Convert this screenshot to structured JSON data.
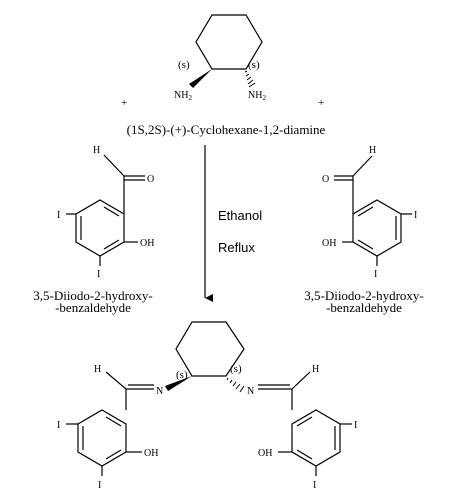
{
  "diamine": {
    "stereo_left": "(s)",
    "stereo_right": "(s)",
    "amine_left": "NH",
    "amine_left_sub": "2",
    "amine_right": "NH",
    "amine_right_sub": "2",
    "name": "(1S,2S)-(+)-Cyclohexane-1,2-diamine"
  },
  "plus_signs": [
    "+",
    "+"
  ],
  "aldehyde_left": {
    "atoms": {
      "h": "H",
      "o": "O",
      "oh": "OH",
      "i_para": "I",
      "i_ortho": "I"
    },
    "name_line1": "3,5-Diiodo-2-hydroxy-",
    "name_line2": "-benzaldehyde"
  },
  "aldehyde_right": {
    "atoms": {
      "h": "H",
      "o": "O",
      "oh": "OH",
      "i_para": "I",
      "i_ortho": "I"
    },
    "name_line1": "3,5-Diiodo-2-hydroxy-",
    "name_line2": "-benzaldehyde"
  },
  "conditions": {
    "solvent": "Ethanol",
    "process": "Reflux"
  },
  "product": {
    "stereo_left": "(s)",
    "stereo_right": "(s)",
    "n_left": "N",
    "n_right": "N",
    "h_left": "H",
    "h_right": "H",
    "oh_left": "OH",
    "oh_right": "OH",
    "i_left_para": "I",
    "i_left_ortho": "I",
    "i_right_para": "I",
    "i_right_ortho": "I"
  }
}
